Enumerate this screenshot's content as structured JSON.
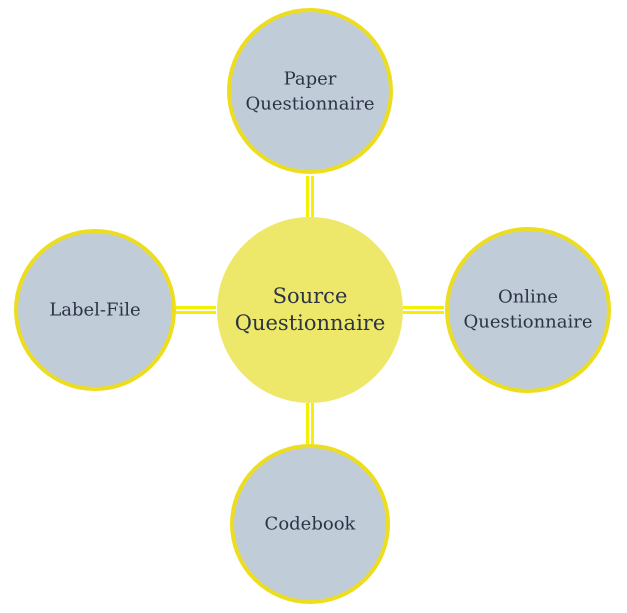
{
  "colors": {
    "center_fill": "#EEE86A",
    "outer_fill": "#C1CCD9",
    "outline": "#EDDD1F",
    "connector": "#F5F000",
    "text": "#2B3344"
  },
  "center": {
    "lines": [
      "Source",
      "Questionnaire"
    ]
  },
  "nodes": {
    "top": {
      "lines": [
        "Paper",
        "Questionnaire"
      ]
    },
    "right": {
      "lines": [
        "Online",
        "Questionnaire"
      ]
    },
    "bottom": {
      "lines": [
        "Codebook"
      ]
    },
    "left": {
      "lines": [
        "Label-File"
      ]
    }
  }
}
